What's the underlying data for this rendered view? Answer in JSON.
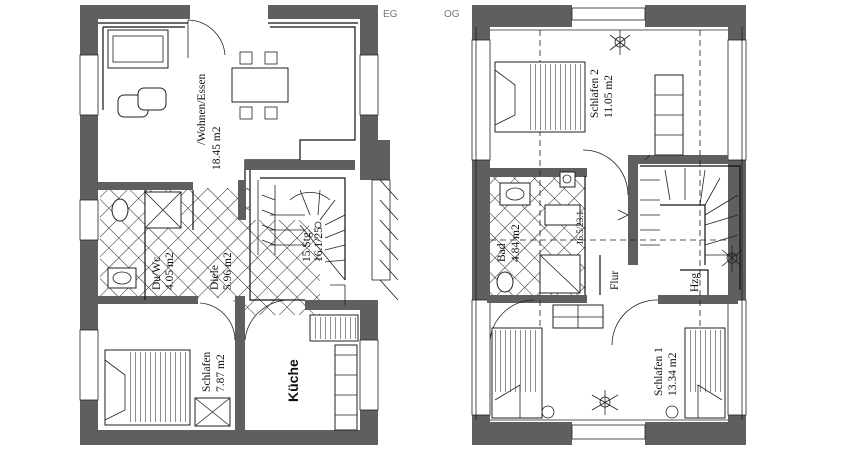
{
  "floors": [
    {
      "id": "eg",
      "tag": "EG"
    },
    {
      "id": "og",
      "tag": "OG"
    }
  ],
  "rooms": {
    "eg_wohnen_name": "/Wohnen/Essen",
    "eg_wohnen_area": "18.45 m2",
    "eg_dusche_name": "Du/Wc",
    "eg_dusche_area": "4.05 m2",
    "eg_diele_name": "Diele",
    "eg_diele_area": "5.96 m2",
    "eg_stair_a": "15 Stg.",
    "eg_stair_b": "16.1/25",
    "eg_schlafen_name": "Schlafen",
    "eg_schlafen_area": "7.87 m2",
    "eg_kueche_name": "Küche",
    "og_schlafen2_name": "Schlafen 2",
    "og_schlafen2_area": "11.05 m2",
    "og_bad_name": "Bad",
    "og_bad_area": "4.84 m2",
    "og_stair_label": "16.5/23.1",
    "og_flur_name": "Flur",
    "og_hzg_name": "Hzg",
    "og_schlafen1_name": "Schlafen 1",
    "og_schlafen1_area": "13.34 m2"
  }
}
